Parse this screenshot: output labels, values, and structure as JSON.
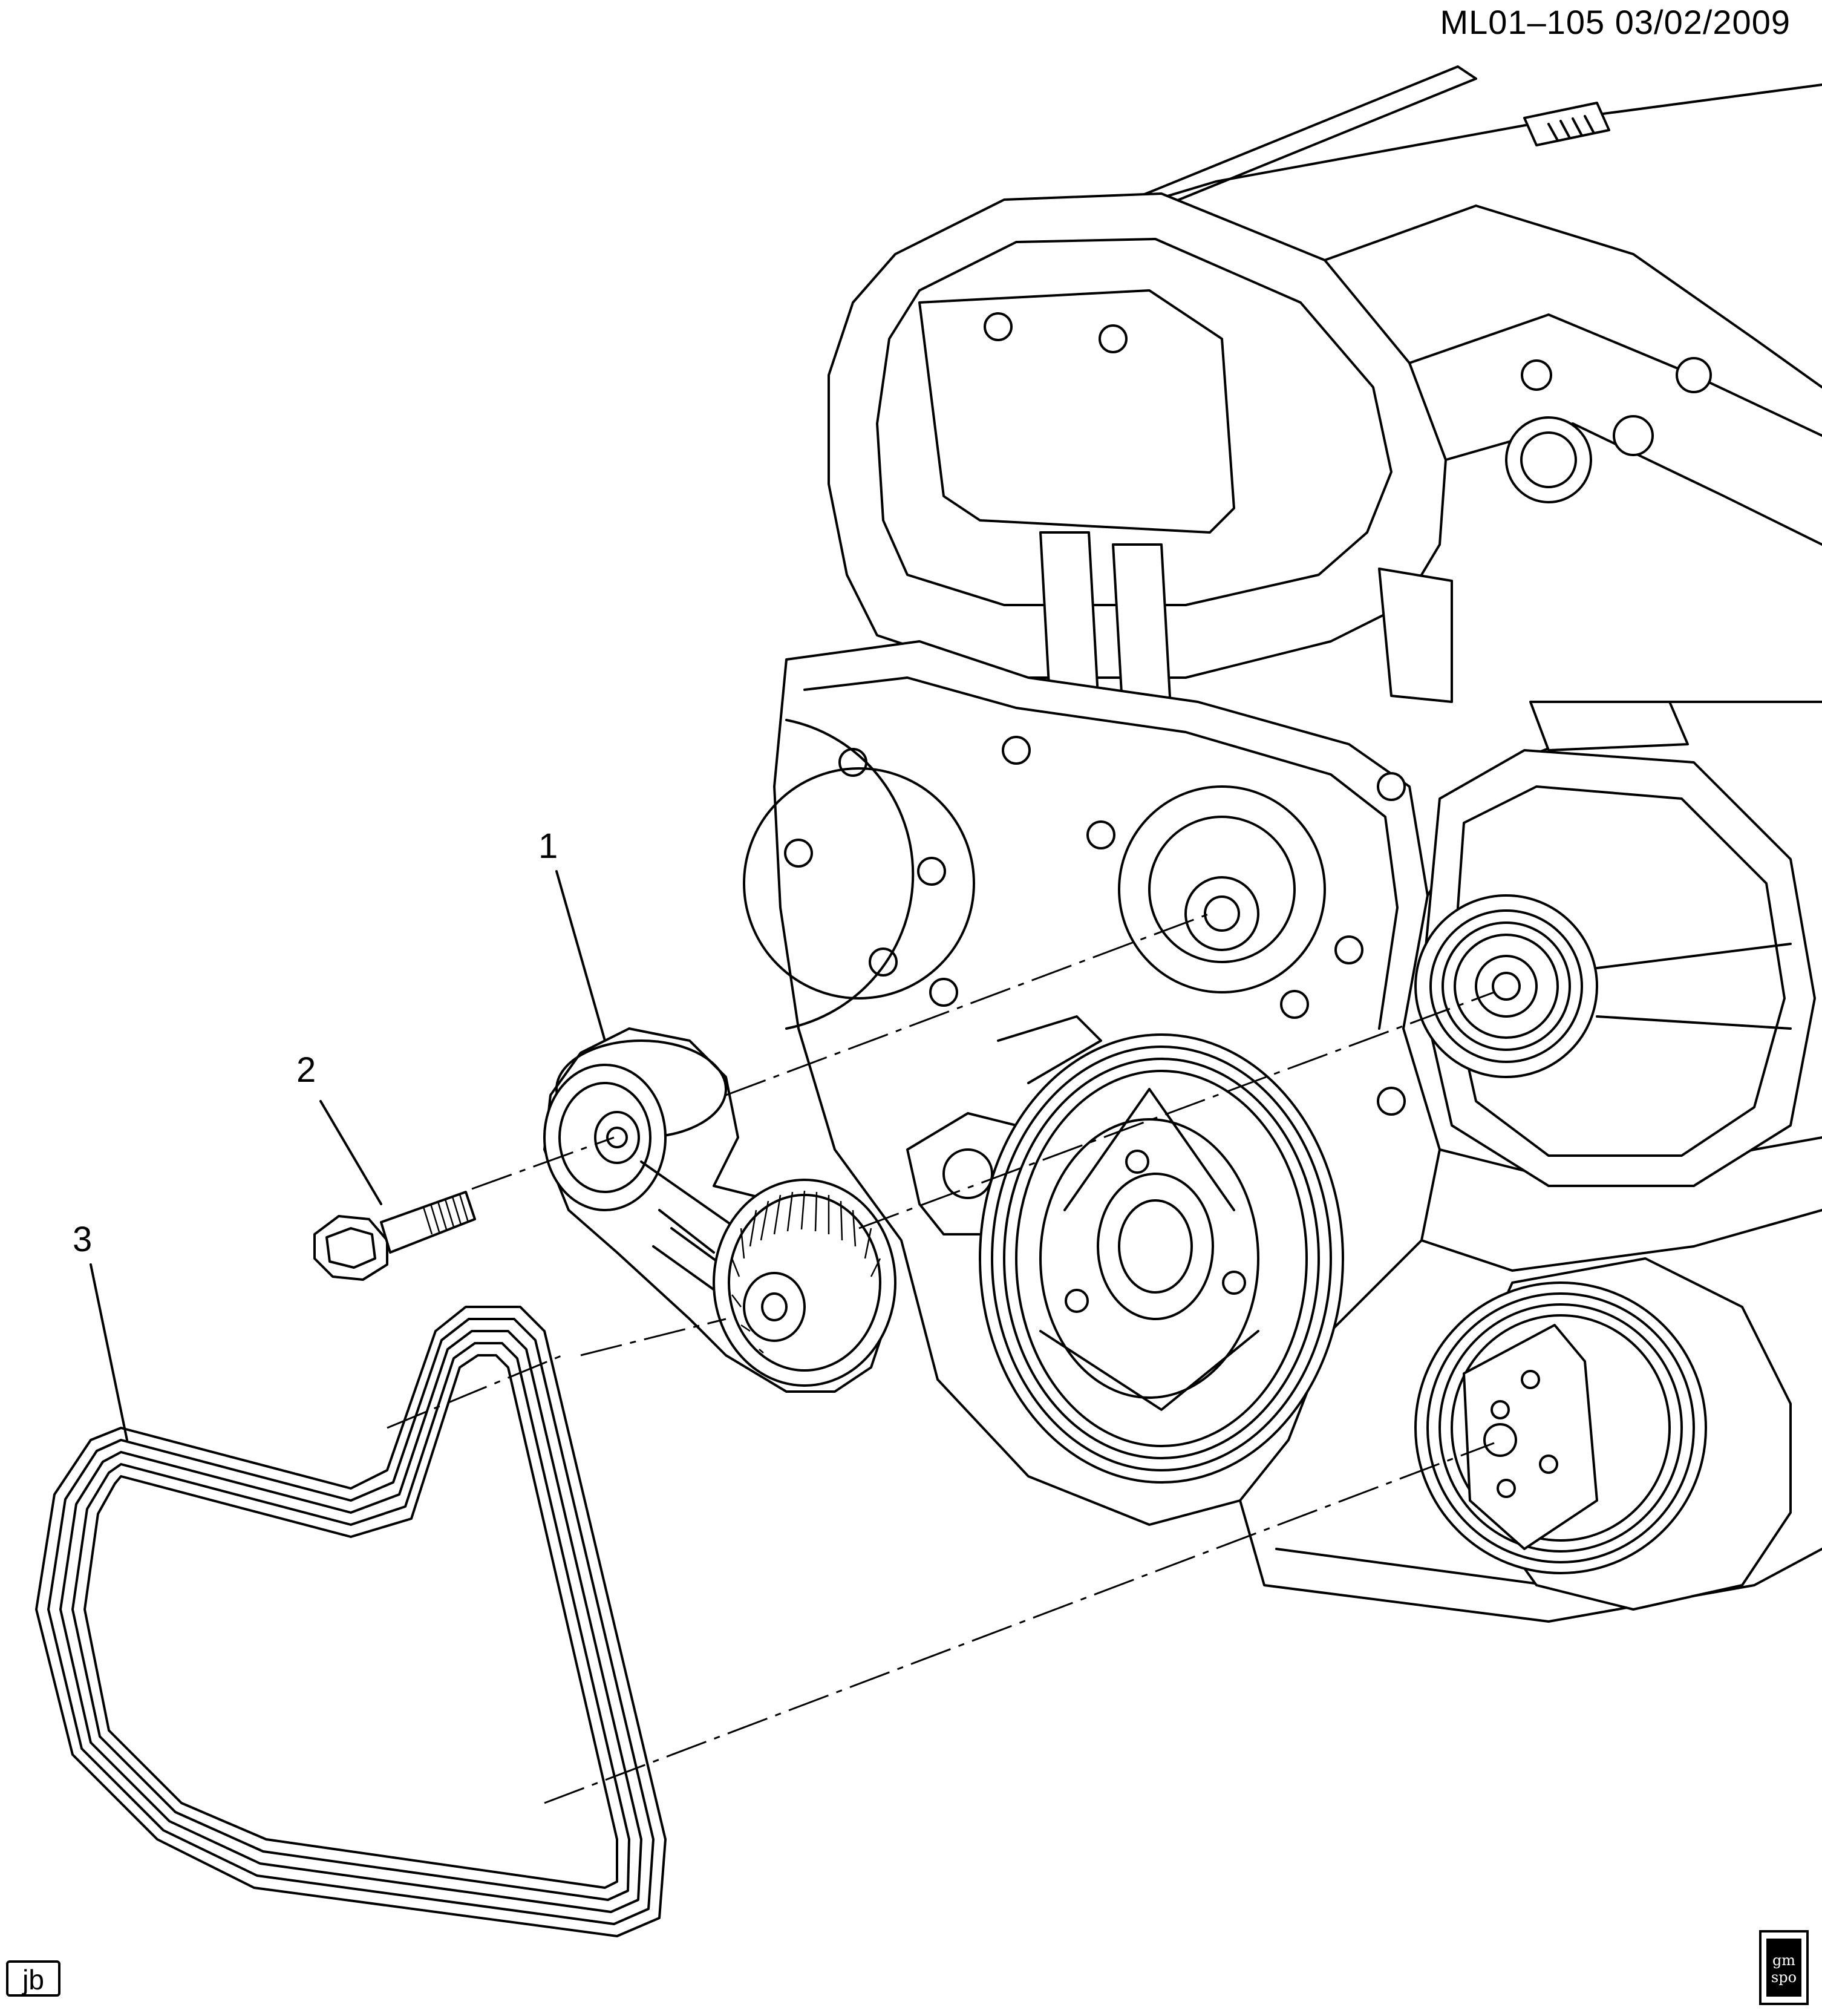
{
  "diagram": {
    "reference": "ML01–105  03/02/2009",
    "callouts": [
      {
        "id": "1",
        "label": "1"
      },
      {
        "id": "2",
        "label": "2"
      },
      {
        "id": "3",
        "label": "3"
      }
    ],
    "artist_initials": "jb",
    "logo": {
      "line1": "gm",
      "line2": "spo"
    },
    "icons": [
      "barcode-label-icon",
      "gm-spo-logo-icon"
    ]
  }
}
